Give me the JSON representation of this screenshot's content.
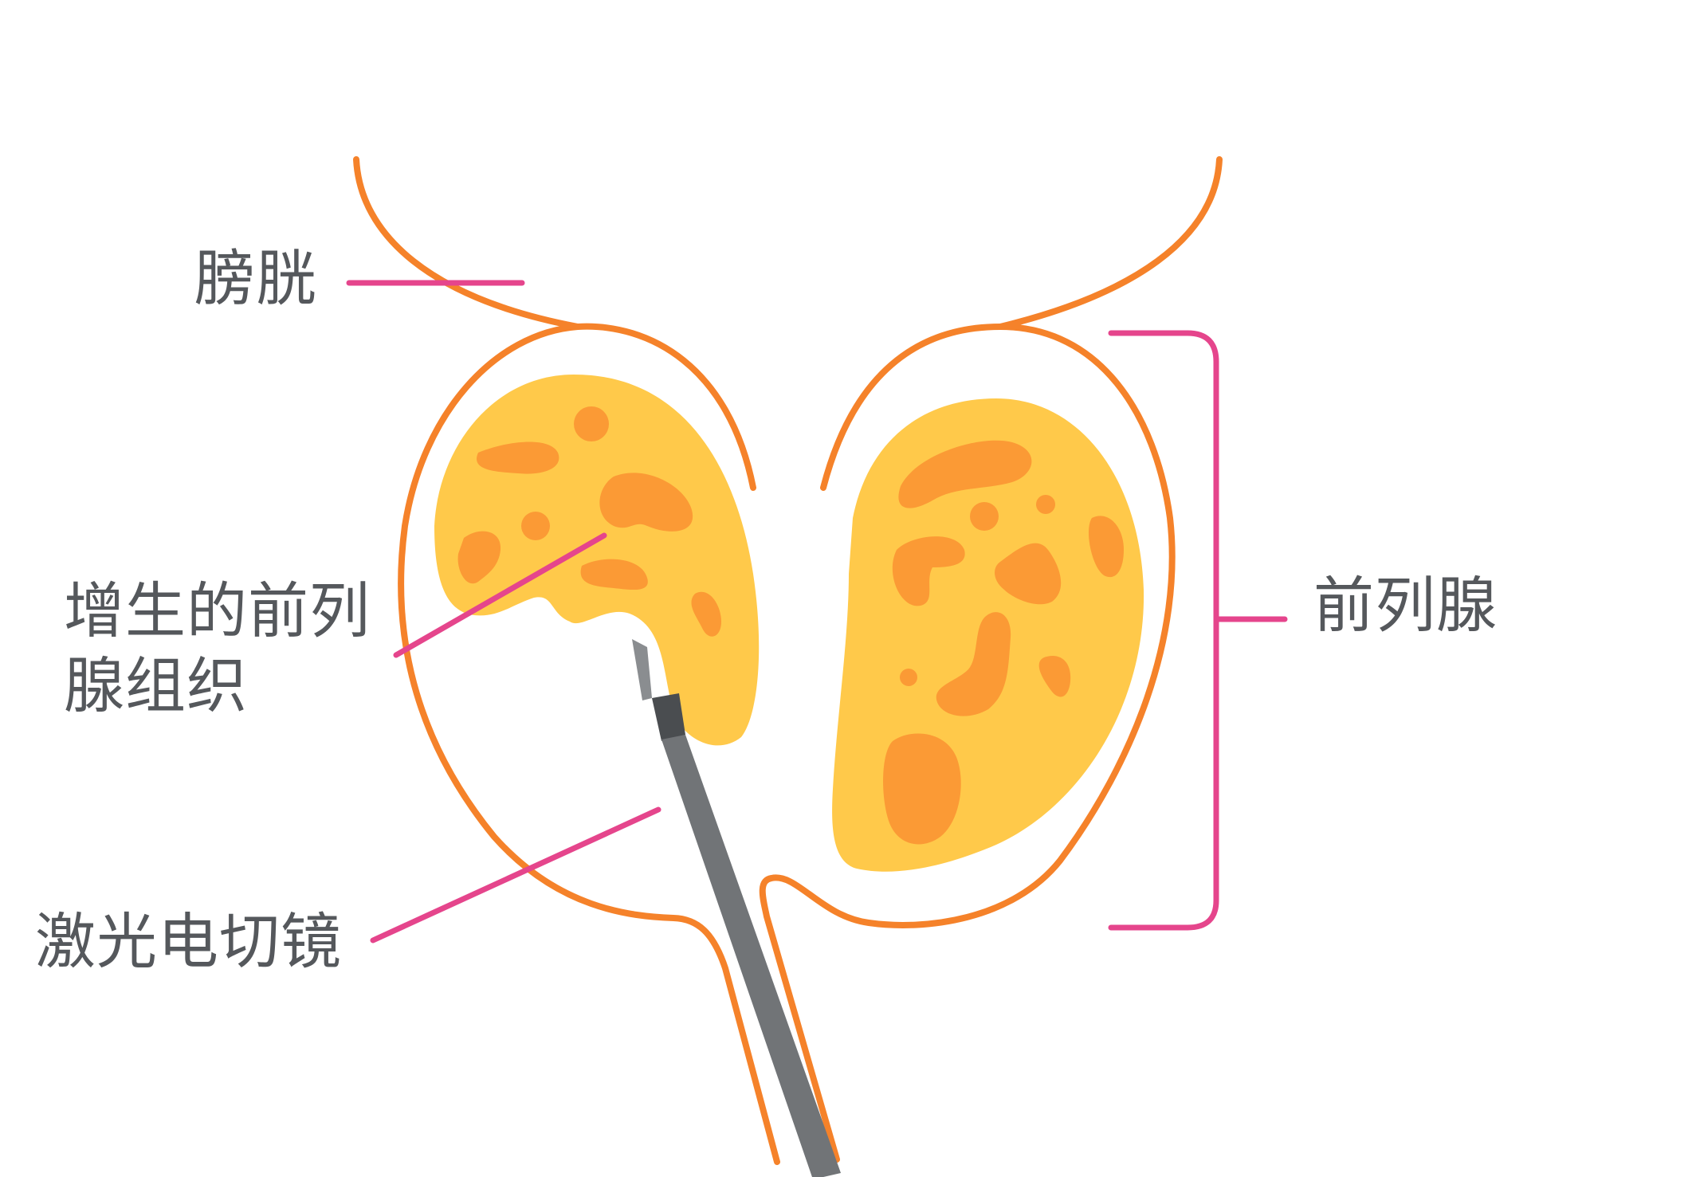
{
  "labels": {
    "bladder": "膀胱",
    "hyperplastic_tissue_line1": "增生的前列",
    "hyperplastic_tissue_line2": "腺组织",
    "laser_resectoscope": "激光电切镜",
    "prostate": "前列腺"
  },
  "colors": {
    "outline": "#f5822a",
    "gland_fill": "#ffc94a",
    "nodule_fill": "#fb9a35",
    "leader_line": "#e5458c",
    "scope_body": "#717477",
    "scope_tip": "#4a4d50",
    "label_text": "#55585c"
  }
}
